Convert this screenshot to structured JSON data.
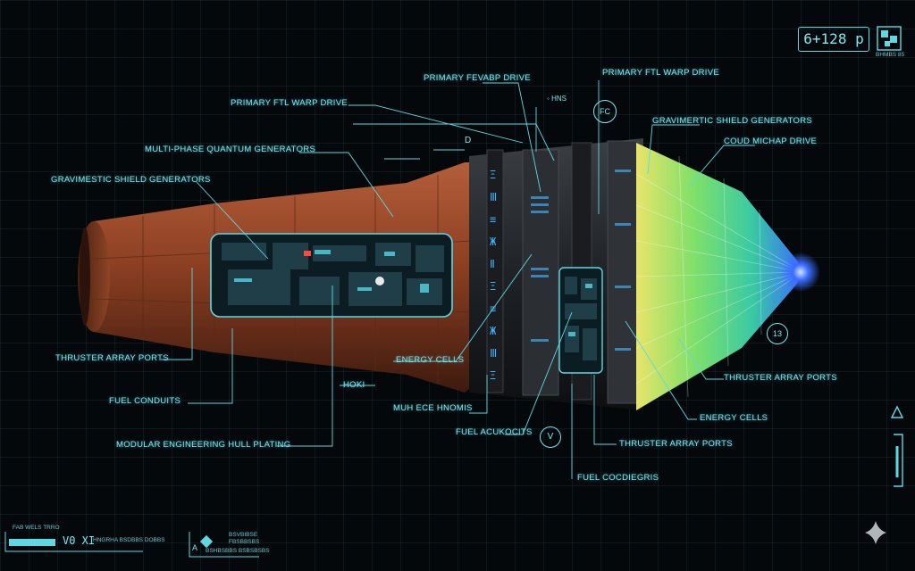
{
  "labels": {
    "primary_fevabp_drive": "PRIMARY FEVABP DRIVE",
    "primary_ftl_top_right": "PRIMARY FTL WARP DRIVE",
    "primary_ftl_left": "PRIMARY FTL WARP DRIVE",
    "multi_phase": "MULTI-PHASE QUANTUM GENERATORS",
    "grav_left": "GRAVIMESTIC SHIELD GENERATORS",
    "grav_right": "GRAVIMERTIC SHIELD GENERATORS",
    "coud_michap": "COUD MICHAP DRIVE",
    "thruster_left": "THRUSTER ARRAY PORTS",
    "fuel_conduits": "FUEL CONDUITS",
    "modular_hull": "MODULAR ENGINEERING HULL PLATING",
    "energy_cells_center": "ENERGY CELLS",
    "muh_ece": "MUH ECE HNOMIS",
    "fuel_acuk": "FUEL ACUKOCITS",
    "fuel_cocd": "FUEL COCDIEGRIS",
    "thruster_center": "THRUSTER ARRAY PORTS",
    "energy_cells_right": "ENERGY CELLS",
    "thruster_right": "THRUSTER ARRAY PORTS",
    "hoki": "HOKI"
  },
  "glyphs": {
    "hns": "HNS",
    "fc": "FC",
    "thirteen": "13",
    "v_circle": "V",
    "d_mark": "D"
  },
  "hud": {
    "top_right_readout": "6+128 p",
    "top_right_small": "BHMBS 85",
    "bottom_left_small": "FAB Wels trro",
    "bottom_left_readout": "V0 XI",
    "bottom_left_sub": "HNGRHA BSDBBS DOBBS",
    "bottom_mid_line1": "BSvbibse",
    "bottom_mid_line2": "FBSBBSBS",
    "bottom_mid_line3": "BSHBSBBS BSBSBSBS",
    "bottom_mid_icon": "A"
  },
  "colors": {
    "accent": "#7fe6ee",
    "hull": "#8a3f24",
    "crystal_green": "#7fe06a",
    "crystal_blue": "#3a6cff"
  }
}
